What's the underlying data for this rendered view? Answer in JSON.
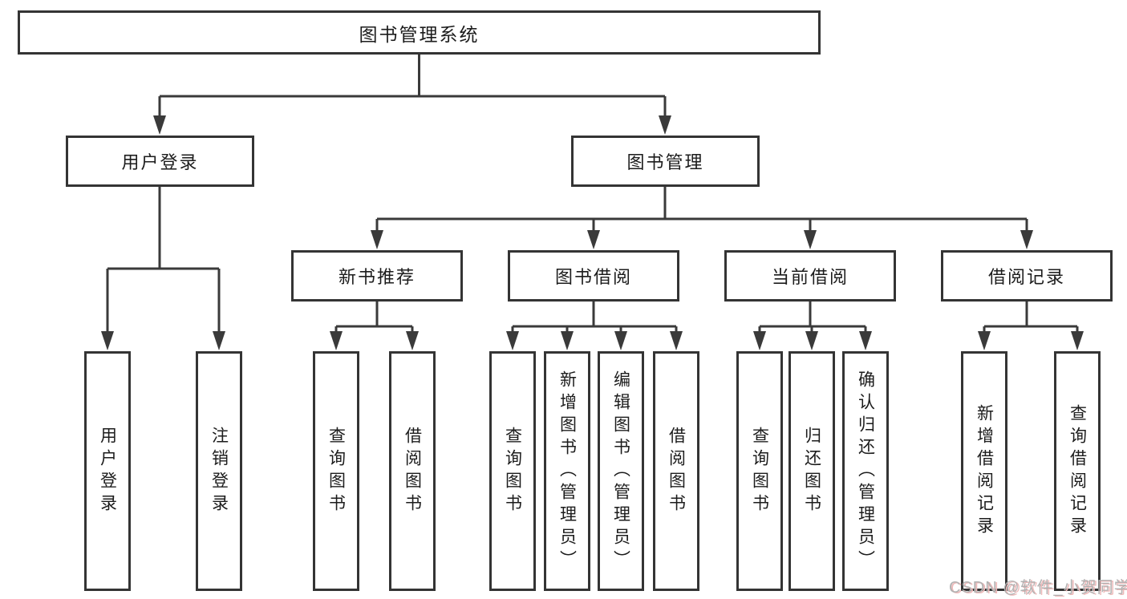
{
  "nodes": {
    "root": "图书管理系统",
    "user_login": "用户登录",
    "book_mgmt": "图书管理",
    "cat_new_books": "新书推荐",
    "cat_borrow": "图书借阅",
    "cat_current": "当前借阅",
    "cat_records": "借阅记录",
    "leaves_user": [
      "用户登录",
      "注销登录"
    ],
    "leaves_new_books": [
      "查询图书",
      "借阅图书"
    ],
    "leaves_borrow": [
      "查询图书",
      "新增图书（管理员）",
      "编辑图书（管理员）",
      "借阅图书"
    ],
    "leaves_current": [
      "查询图书",
      "归还图书",
      "确认归还（管理员）"
    ],
    "leaves_records": [
      "新增借阅记录",
      "查询借阅记录"
    ]
  },
  "watermark": "CSDN @软件_小贺同学",
  "colors": {
    "background": "#ffffff",
    "line": "#3a3a3a",
    "box_border": "#343434",
    "text": "#1c1c1c",
    "watermark": "#b2b2b2",
    "watermark_shadow": "#edb9b9"
  }
}
